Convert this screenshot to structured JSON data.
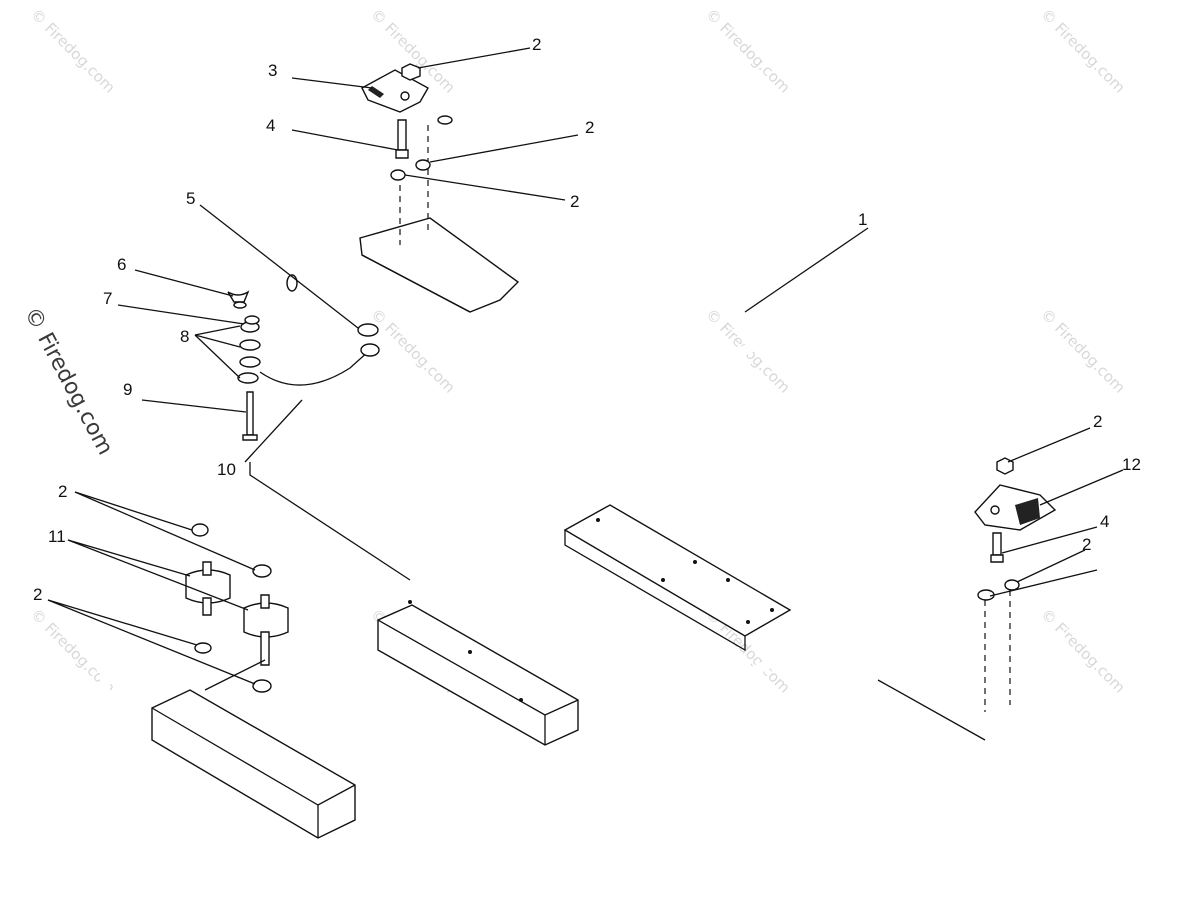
{
  "watermark": {
    "tile_text": "© Firedog.com",
    "side_text": "© Firedog.com"
  },
  "callouts": {
    "c1": "1",
    "c2a": "2",
    "c2b": "2",
    "c2c": "2",
    "c2d": "2",
    "c2e": "2",
    "c2f": "2",
    "c2g": "2",
    "c3": "3",
    "c4a": "4",
    "c4b": "4",
    "c5": "5",
    "c6": "6",
    "c7": "7",
    "c8": "8",
    "c9": "9",
    "c10": "10",
    "c11": "11",
    "c12": "12"
  }
}
